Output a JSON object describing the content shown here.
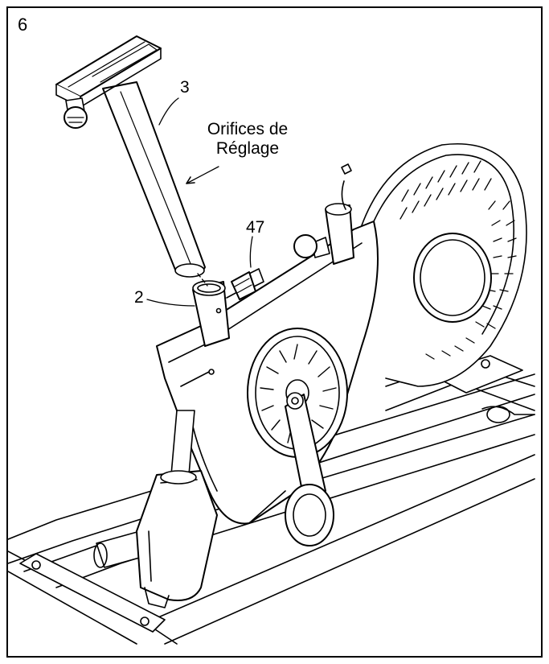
{
  "step_number": "6",
  "callouts": {
    "part_3": "3",
    "part_47": "47",
    "part_2": "2",
    "adjustment_holes_line1": "Orifices de",
    "adjustment_holes_line2": "Réglage"
  }
}
